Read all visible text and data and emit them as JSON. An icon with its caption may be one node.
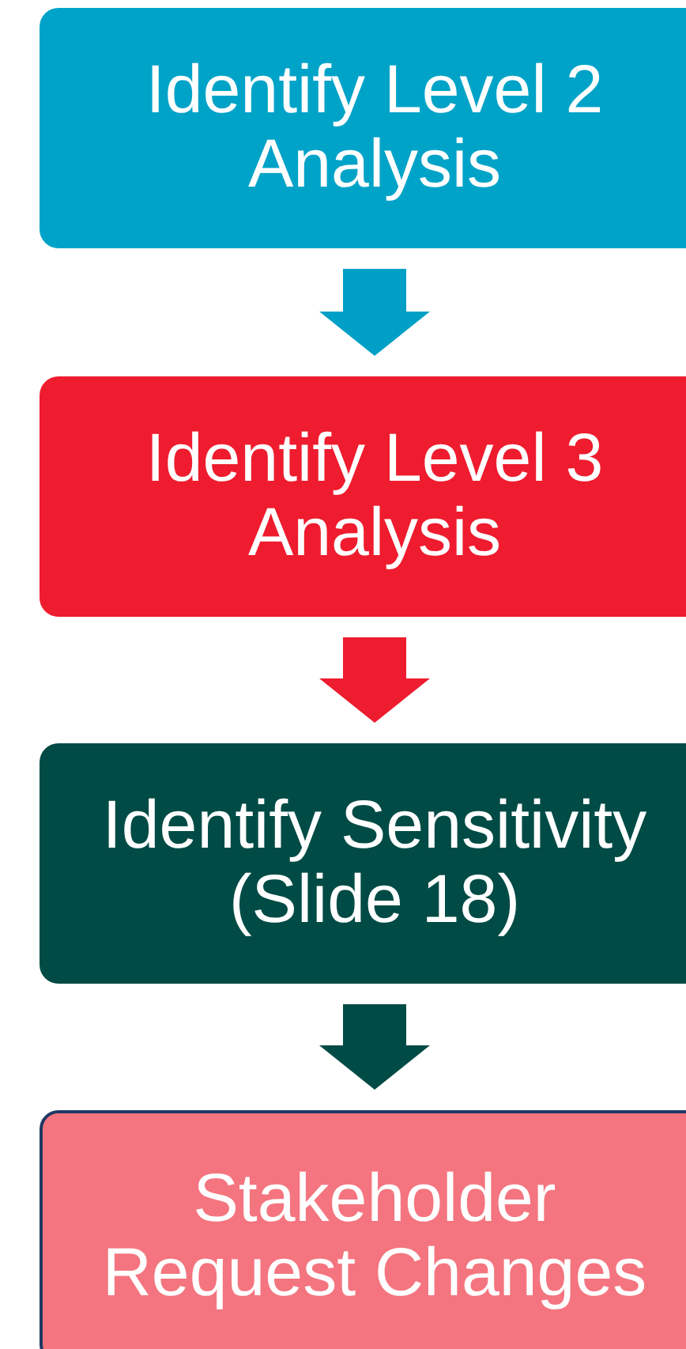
{
  "diagram": {
    "nodes": [
      {
        "text": [
          "Identify Level 2 Analysis"
        ]
      },
      {
        "text": [
          "Identify Level 3 Analysis"
        ]
      },
      {
        "text": [
          "Identify Sensitivity (Slide 18)"
        ]
      },
      {
        "text": [
          "Stakeholder Request Changes"
        ]
      }
    ],
    "edges": [
      {
        "from": 0,
        "to": 1,
        "arrow": "to",
        "color": "#00a0c6"
      },
      {
        "from": 1,
        "to": 2,
        "arrow": "to",
        "color": "#ed1c2e"
      },
      {
        "from": 2,
        "to": 3,
        "arrow": "to",
        "color": "#004b45"
      }
    ]
  }
}
